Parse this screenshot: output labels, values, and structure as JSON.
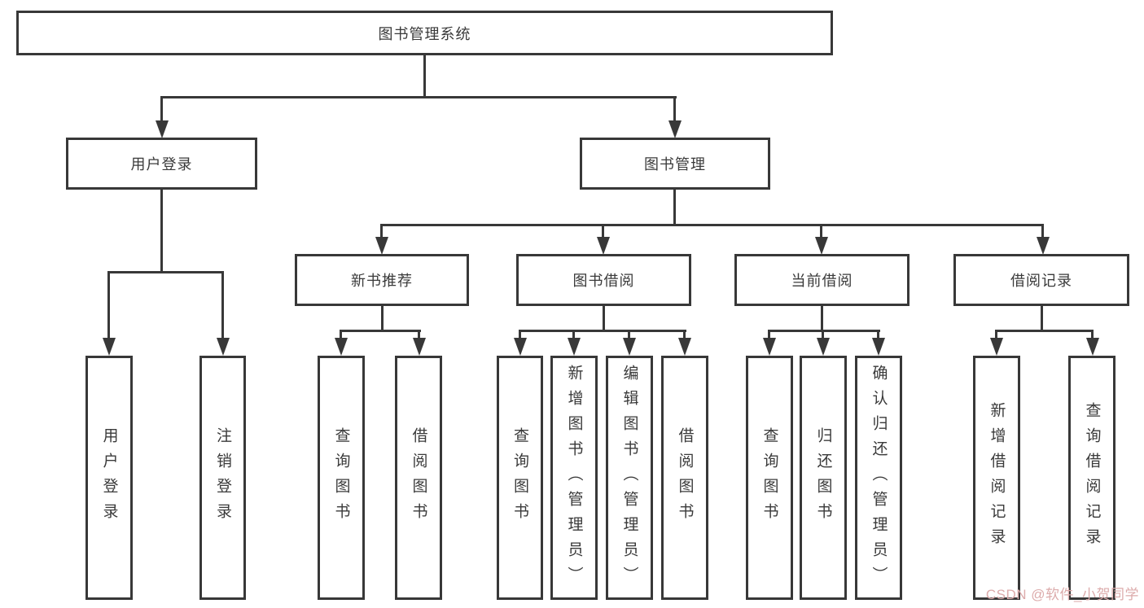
{
  "colors": {
    "line": "#383838",
    "box_border": "#383838",
    "text": "#3a3a3a",
    "background": "#ffffff",
    "watermark": "#dcabab"
  },
  "diagram": {
    "title": "图书管理系统",
    "level2": {
      "user_login": "用户登录",
      "book_mgmt": "图书管理"
    },
    "user_login_children": [
      "用户登录",
      "注销登录"
    ],
    "book_mgmt_children": {
      "new_book_rec": "新书推荐",
      "book_borrow": "图书借阅",
      "current_borrow": "当前借阅",
      "borrow_records": "借阅记录"
    },
    "new_book_rec_children": [
      "查询图书",
      "借阅图书"
    ],
    "book_borrow_children": [
      "查询图书",
      "新增图书（管理员）",
      "编辑图书（管理员）",
      "借阅图书"
    ],
    "current_borrow_children": [
      "查询图书",
      "归还图书",
      "确认归还（管理员）"
    ],
    "borrow_records_children": [
      "新增借阅记录",
      "查询借阅记录"
    ]
  },
  "watermark": "CSDN @软件_小贺同学"
}
